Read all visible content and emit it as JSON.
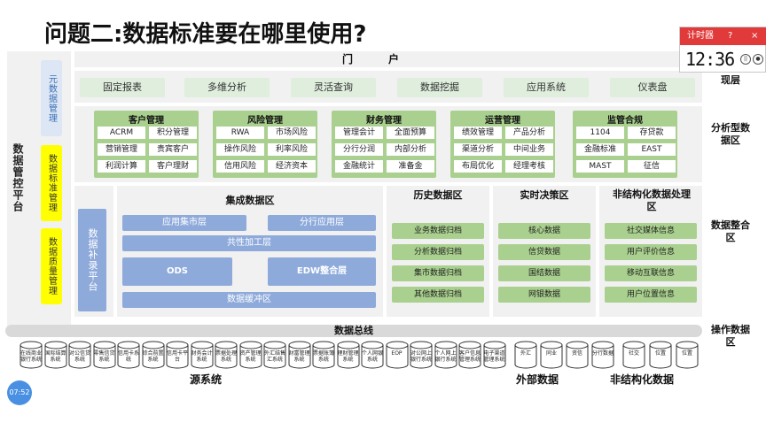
{
  "title": "问题二:数据标准要在哪里使用?",
  "side": {
    "platform": "数据管控平台",
    "buttons": [
      "元数据管理",
      "数据标准管理",
      "数据质量管理"
    ]
  },
  "portal": "门户",
  "presentation": {
    "label": "现层",
    "items": [
      "固定报表",
      "多维分析",
      "灵活查询",
      "数据挖掘",
      "应用系统",
      "仪表盘"
    ]
  },
  "analysis": {
    "label": "分析型数据区",
    "groups": [
      {
        "title": "客户管理",
        "items": [
          "ACRM",
          "积分管理",
          "营销管理",
          "贵宾客户",
          "利润计算",
          "客户理财"
        ]
      },
      {
        "title": "风险管理",
        "items": [
          "RWA",
          "市场风险",
          "操作风险",
          "利率风险",
          "信用风险",
          "经济资本"
        ]
      },
      {
        "title": "财务管理",
        "items": [
          "管理会计",
          "全面预算",
          "分行分润",
          "内部分析",
          "金融统计",
          "准备金"
        ]
      },
      {
        "title": "运营管理",
        "items": [
          "绩效管理",
          "产品分析",
          "渠道分析",
          "中间业务",
          "布局优化",
          "经理考核"
        ]
      },
      {
        "title": "监管合规",
        "items": [
          "1104",
          "存贷款",
          "金融标准",
          "EAST",
          "MAST",
          "征信"
        ]
      }
    ]
  },
  "integration": {
    "label": "数据整合区",
    "supplement": "数据补录平台",
    "integrated": {
      "title": "集成数据区",
      "app_head": "应用集市层",
      "app_branch": "分行应用层",
      "common": "共性加工层",
      "ods": "ODS",
      "edw": "EDW整合层",
      "buffer": "数据缓冲区"
    },
    "history": {
      "title": "历史数据区",
      "items": [
        "业务数据归档",
        "分析数据归档",
        "集市数据归档",
        "其他数据归档"
      ]
    },
    "realtime": {
      "title": "实时决策区",
      "items": [
        "核心数据",
        "信贷数据",
        "国结数据",
        "网银数据"
      ]
    },
    "unstructured": {
      "title": "非结构化数据处理区",
      "items": [
        "社交媒体信息",
        "用户评价信息",
        "移动互联信息",
        "用户位置信息"
      ]
    }
  },
  "bus": {
    "label": "数据总线",
    "right_label": "操作数据区"
  },
  "sources": {
    "source_label": "源系统",
    "external_label": "外部数据",
    "unstructured_label": "非结构化数据",
    "source_items": [
      "在线商业银行系统",
      "国际结算系统",
      "对公信贷系统",
      "零售信贷系统",
      "信用卡系统",
      "综合前置系统",
      "信用卡平台",
      "财务会计系统",
      "票据处理系统",
      "资产管理系统",
      "外汇结售汇系统",
      "财富管理系统",
      "票据账簿系统",
      "理财管理系统",
      "个人网银系统",
      "EOP",
      "对公网上银行系统",
      "个人网上银行系统",
      "客户信息管理系统",
      "电子渠道管理系统"
    ],
    "external_items": [
      "外汇",
      "同业",
      "资信",
      "分行数据"
    ],
    "unstructured_items": [
      "社交",
      "位置",
      "位置"
    ]
  },
  "timer": {
    "title": "计时器",
    "time": "12:36",
    "help": "?",
    "close": "×"
  },
  "clock": "07:52"
}
